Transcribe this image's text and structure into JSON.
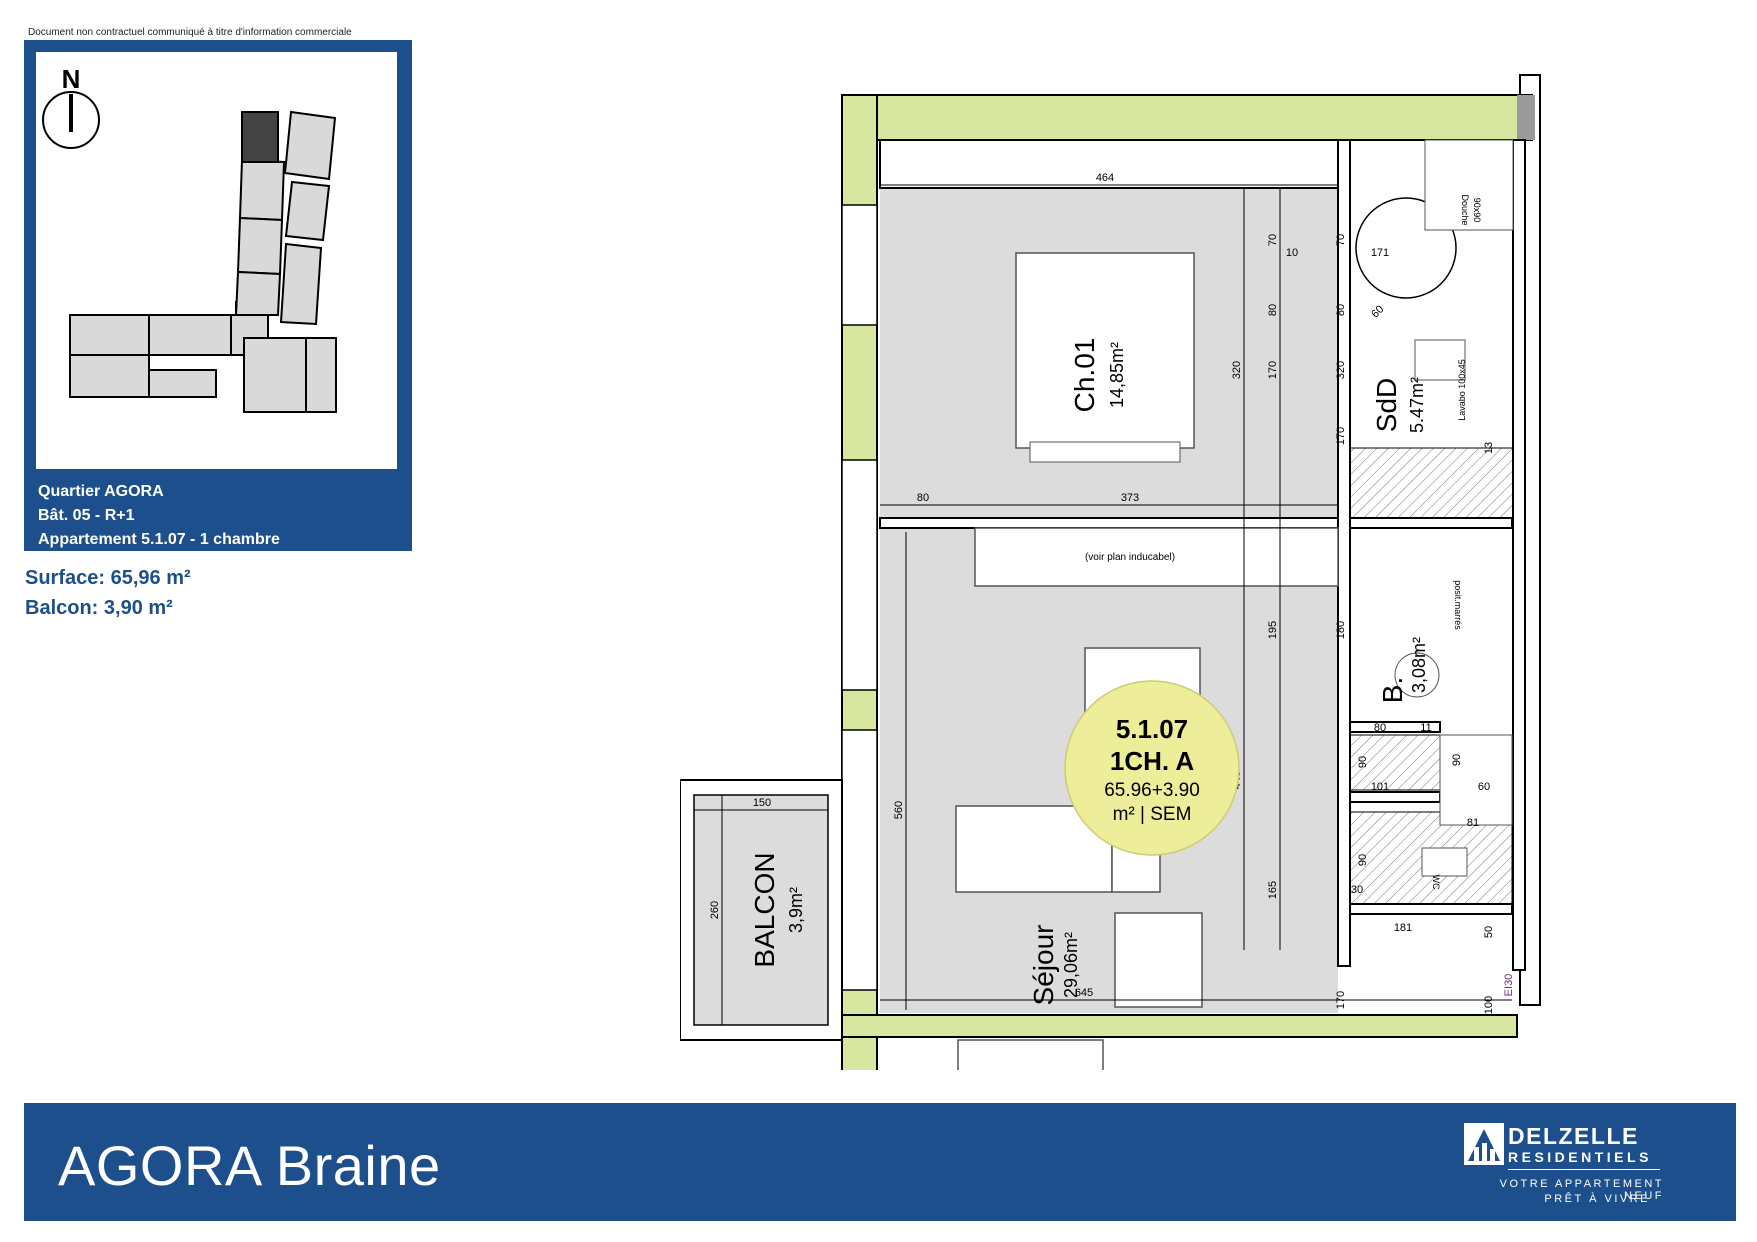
{
  "disclaimer": "Document non contractuel communiqué à titre d'information commerciale",
  "key_plan": {
    "north_label": "N",
    "info_lines": [
      "Quartier AGORA",
      "Bât. 05 - R+1",
      "Appartement 5.1.07 - 1 chambre"
    ]
  },
  "areas": {
    "surface": "Surface: 65,96 m²",
    "balcon": "Balcon: 3,90 m²"
  },
  "plan": {
    "rooms": {
      "bedroom": {
        "name": "Ch.01",
        "area": "14,85m²"
      },
      "bathroom": {
        "name": "SdD",
        "area": "5.47m²"
      },
      "storage": {
        "name": "B.",
        "area": "3,08m²"
      },
      "living": {
        "name": "Séjour",
        "area": "29,06m²"
      },
      "balcony": {
        "name": "BALCON",
        "area": "3,9m²"
      }
    },
    "unit_badge": {
      "ref": "5.1.07",
      "type": "1CH. A",
      "area": "65.96+3.90",
      "unit": "m² | SEM"
    },
    "notes": {
      "inducabel": "(voir plan inducabel)",
      "shower": "Douche",
      "shower_size": "90x90",
      "washbasin": "Lavabo 100x45",
      "meter": "posit.marrés",
      "wc": "WC",
      "door_rating": "EI30"
    },
    "dimensions": {
      "d464": "464",
      "d373": "373",
      "d80a": "80",
      "d320a": "320",
      "d320b": "320",
      "d170a": "170",
      "d170b": "170",
      "d170c": "170",
      "d70a": "70",
      "d70b": "70",
      "d10a": "10",
      "d80b": "80",
      "d80c": "80",
      "d171": "171",
      "d60a": "60",
      "d195": "195",
      "d180": "180",
      "d440": "440",
      "d560": "560",
      "d165": "165",
      "d645": "645",
      "d150": "150",
      "d260": "260",
      "d80d": "80",
      "d90a": "90",
      "d101": "101",
      "d11": "11",
      "d81": "81",
      "d90b": "90",
      "d30": "30",
      "d181": "181",
      "d50": "50",
      "d100": "100",
      "d60b": "60",
      "d90c": "90",
      "d13": "13"
    }
  },
  "footer": {
    "title": "AGORA Braine",
    "brand_name": "DELZELLE",
    "brand_sub": "RESIDENTIELS",
    "tagline1": "VOTRE APPARTEMENT NEUF",
    "tagline2": "PRÊT À VIVRE"
  },
  "colors": {
    "brand_blue": "#1c4f8c",
    "floor_grey": "#dcdcdc",
    "wall_grey": "#9a9a9a",
    "insulation": "#d8e7a0",
    "badge_yellow": "#eeee9a"
  }
}
